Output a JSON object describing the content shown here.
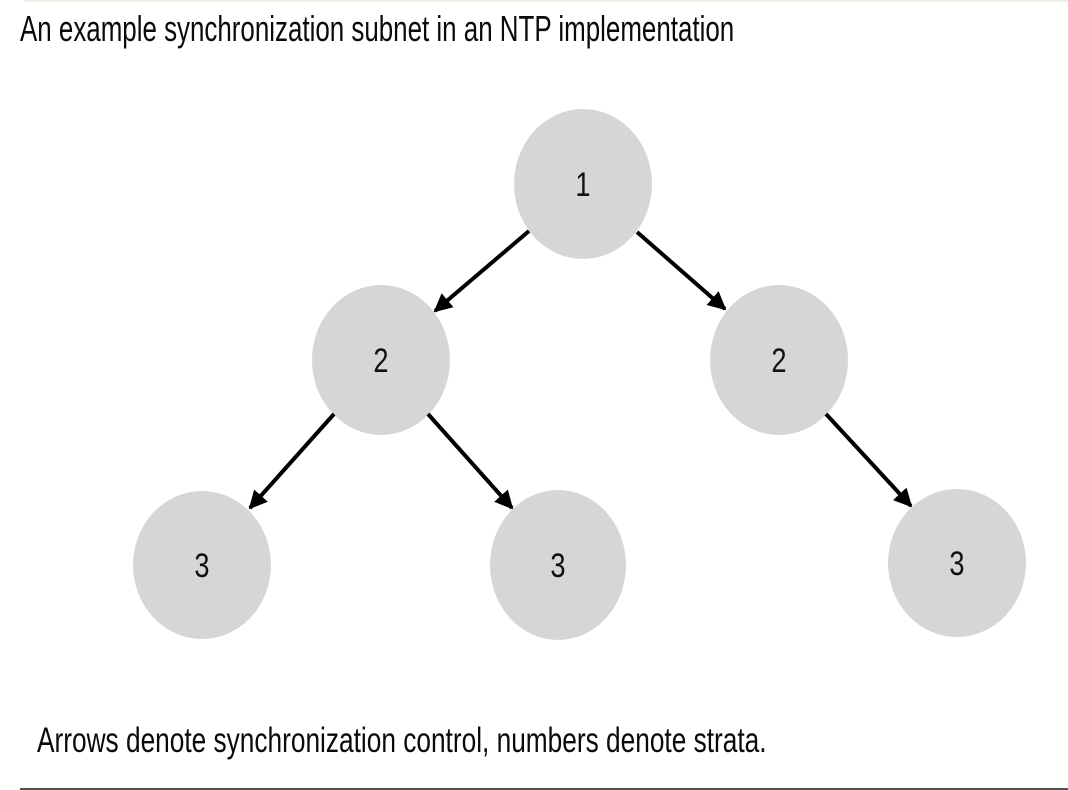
{
  "title": "An example synchronization subnet in an NTP implementation",
  "caption": "Arrows denote synchronization control, numbers denote strata.",
  "colors": {
    "background": "#fffffd",
    "node_fill": "#d6d6d6",
    "arrow": "#000000",
    "text": "#0a0a0a"
  },
  "nodes": [
    {
      "id": "stratum-1",
      "label": "1"
    },
    {
      "id": "stratum-2-left",
      "label": "2"
    },
    {
      "id": "stratum-2-right",
      "label": "2"
    },
    {
      "id": "stratum-3-left",
      "label": "3"
    },
    {
      "id": "stratum-3-middle",
      "label": "3"
    },
    {
      "id": "stratum-3-right",
      "label": "3"
    }
  ],
  "edges": [
    {
      "from": "stratum-1",
      "to": "stratum-2-left"
    },
    {
      "from": "stratum-1",
      "to": "stratum-2-right"
    },
    {
      "from": "stratum-2-left",
      "to": "stratum-3-left"
    },
    {
      "from": "stratum-2-left",
      "to": "stratum-3-middle"
    },
    {
      "from": "stratum-2-right",
      "to": "stratum-3-right"
    }
  ]
}
